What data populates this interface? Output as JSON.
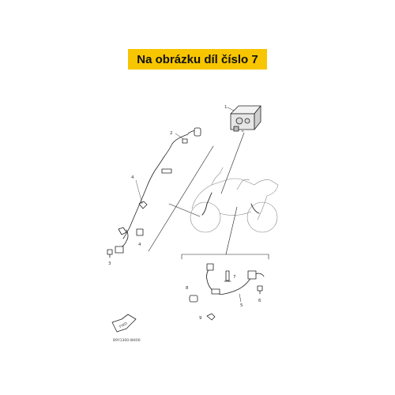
{
  "banner": {
    "text": "Na obrázku díl číslo 7",
    "color": "#f7c600"
  },
  "callouts": {
    "c1": "1",
    "c2": "2",
    "c3": "3",
    "c4a": "4",
    "c4b": "4",
    "c5": "5",
    "c6": "6",
    "c7": "7",
    "c8": "8",
    "c9": "9"
  },
  "fwd_label": "FWD",
  "diagram_code": "B9Y1300-W400"
}
